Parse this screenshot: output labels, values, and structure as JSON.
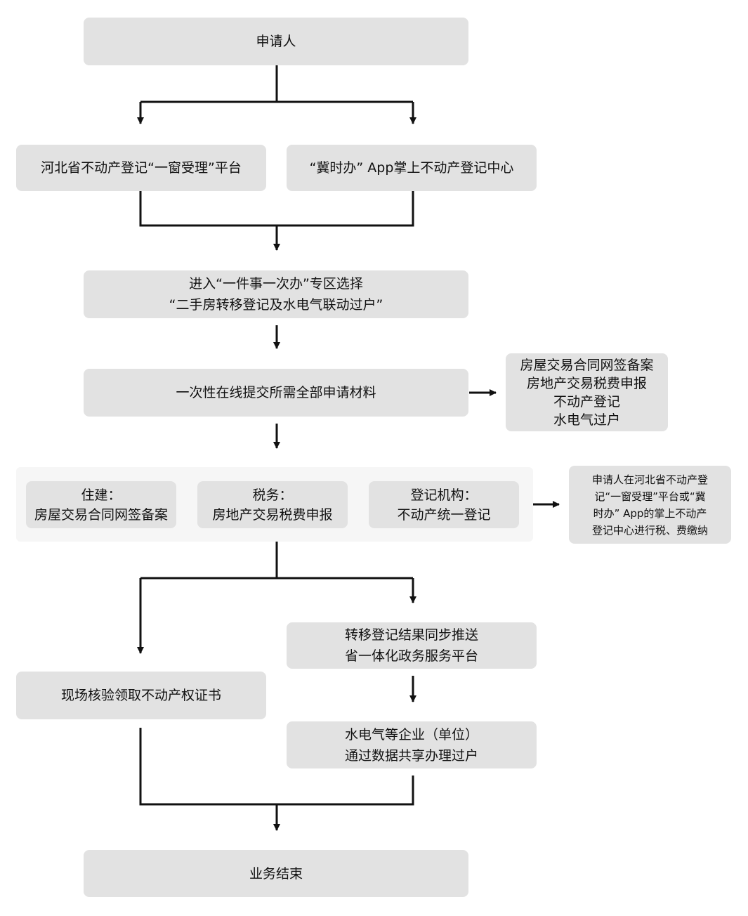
{
  "nodes": {
    "applicant": "申请人",
    "platform_window": "河北省不动产登记“一窗受理”平台",
    "platform_app": "“冀时办” App掌上不动产登记中心",
    "enter_zone": [
      "进入“一件事一次办”专区选择",
      "“二手房转移登记及水电气联动过户”"
    ],
    "submit_materials": "一次性在线提交所需全部申请材料",
    "covered_items": [
      "房屋交易合同网签备案",
      "房地产交易税费申报",
      "不动产登记",
      "水电气过户"
    ],
    "dept_housing": [
      "住建：",
      "房屋交易合同网签备案"
    ],
    "dept_tax": [
      "税务：",
      "房地产交易税费申报"
    ],
    "dept_registry": [
      "登记机构：",
      "不动产统一登记"
    ],
    "tax_payment": [
      "申请人在河北省不动产登",
      "记“一窗受理”平台或“冀",
      "时办” App的掌上不动产",
      "登记中心进行税、费缴纳"
    ],
    "push_result": [
      "转移登记结果同步推送",
      "省一体化政务服务平台"
    ],
    "onsite_certificate": "现场核验领取不动产权证书",
    "utilities_transfer": [
      "水电气等企业（单位）",
      "通过数据共享办理过户"
    ],
    "end": "业务结束"
  }
}
